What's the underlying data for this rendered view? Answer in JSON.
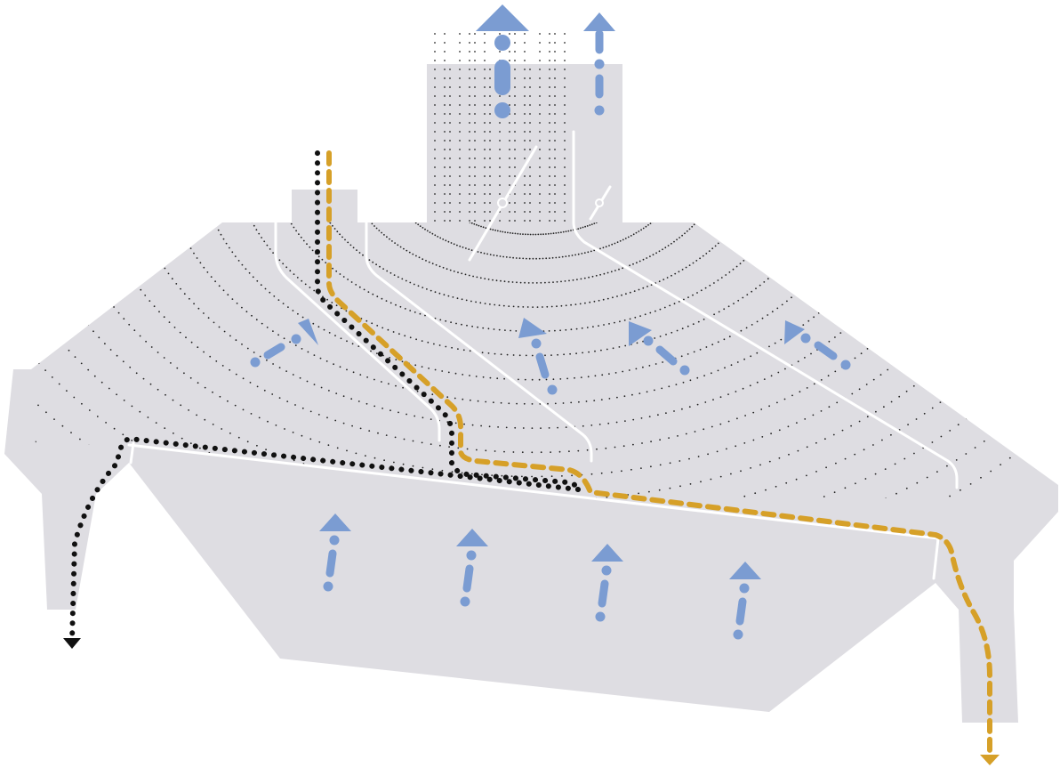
{
  "diagram": {
    "type": "separator-airflow-schematic",
    "text_labels": [],
    "colors": {
      "background": "#ffffff",
      "housing": "#dedde2",
      "air_flow": "#7b9cd2",
      "coarse_stream": "#d6a028",
      "fine_stream": "#111111",
      "guide_vanes": "#ffffff",
      "particle_dots": "#222222"
    },
    "flows": [
      {
        "id": "main-air-exhaust",
        "direction": "up",
        "line_style": "dash-dot",
        "color_key": "air_flow"
      },
      {
        "id": "secondary-air-exhaust",
        "direction": "up",
        "line_style": "dash-dot",
        "color_key": "air_flow"
      },
      {
        "id": "lower-chamber-updraft",
        "direction": "up",
        "line_style": "dash-dot",
        "color_key": "air_flow",
        "arrow_count": 4
      },
      {
        "id": "upper-chamber-circulation",
        "direction": "inward-up",
        "line_style": "dash-dot",
        "color_key": "air_flow",
        "arrow_count": 4
      },
      {
        "id": "fine-material-path",
        "direction": "down-left",
        "line_style": "dotted",
        "color_key": "fine_stream"
      },
      {
        "id": "coarse-material-path",
        "direction": "down-right",
        "line_style": "dashed",
        "color_key": "coarse_stream"
      }
    ]
  }
}
